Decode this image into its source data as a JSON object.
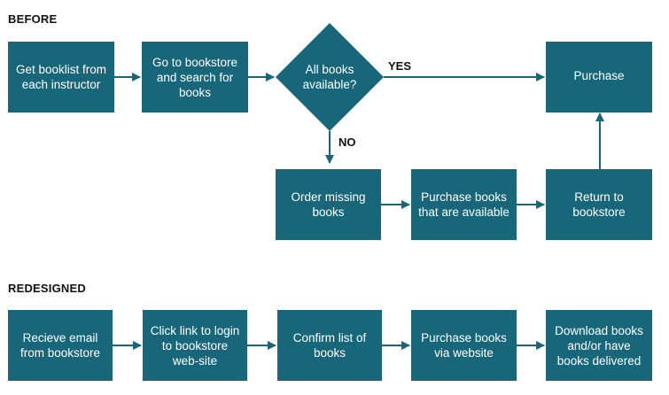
{
  "before": {
    "label": "BEFORE",
    "steps": {
      "get_booklist": "Get booklist from each instructor",
      "go_bookstore": "Go to bookstore and search for books",
      "decision": "All books available?",
      "purchase": "Purchase",
      "order_missing": "Order missing books",
      "purchase_available": "Purchase books that are available",
      "return_bookstore": "Return to bookstore"
    },
    "edges": {
      "yes": "YES",
      "no": "NO"
    }
  },
  "redesigned": {
    "label": "REDESIGNED",
    "steps": [
      "Recieve email from bookstore",
      "Click link to login to bookstore web-site",
      "Confirm list of books",
      "Purchase books via website",
      "Download books and/or have books delivered"
    ]
  },
  "colors": {
    "box": "#17667a",
    "arrow": "#17667a"
  }
}
